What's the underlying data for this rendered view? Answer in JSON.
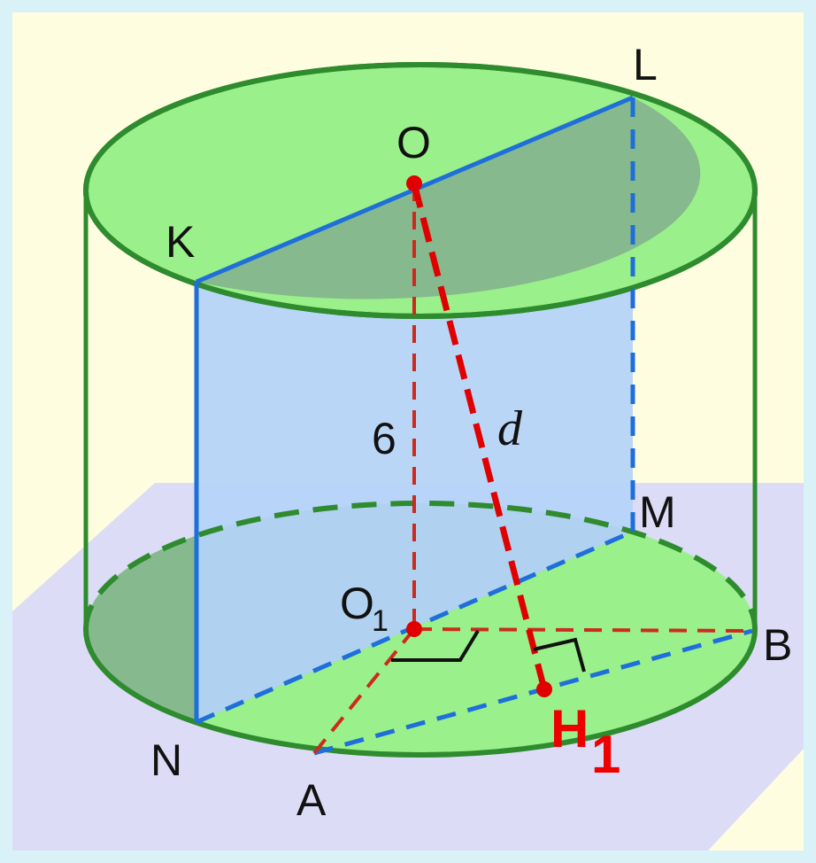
{
  "figure": {
    "points": {
      "O": "O",
      "O1_base": "O",
      "O1_sub": "1",
      "K": "K",
      "L": "L",
      "M": "M",
      "N": "N",
      "A": "A",
      "B": "B",
      "H1_base": "H",
      "H1_sub": "1"
    },
    "height_label": "6",
    "distance_label": "d"
  },
  "colors": {
    "background": "#fffde0",
    "frame": "#d9f2f8",
    "plane": "#dcdcf6",
    "cylinder_outline": "#2e8b2e",
    "disk_fill": "#9af08a",
    "section_fill": "#b4d3f8",
    "section_edge": "#1e6fd9",
    "auxiliary": "#cc2a1e",
    "point": "#e00000"
  }
}
